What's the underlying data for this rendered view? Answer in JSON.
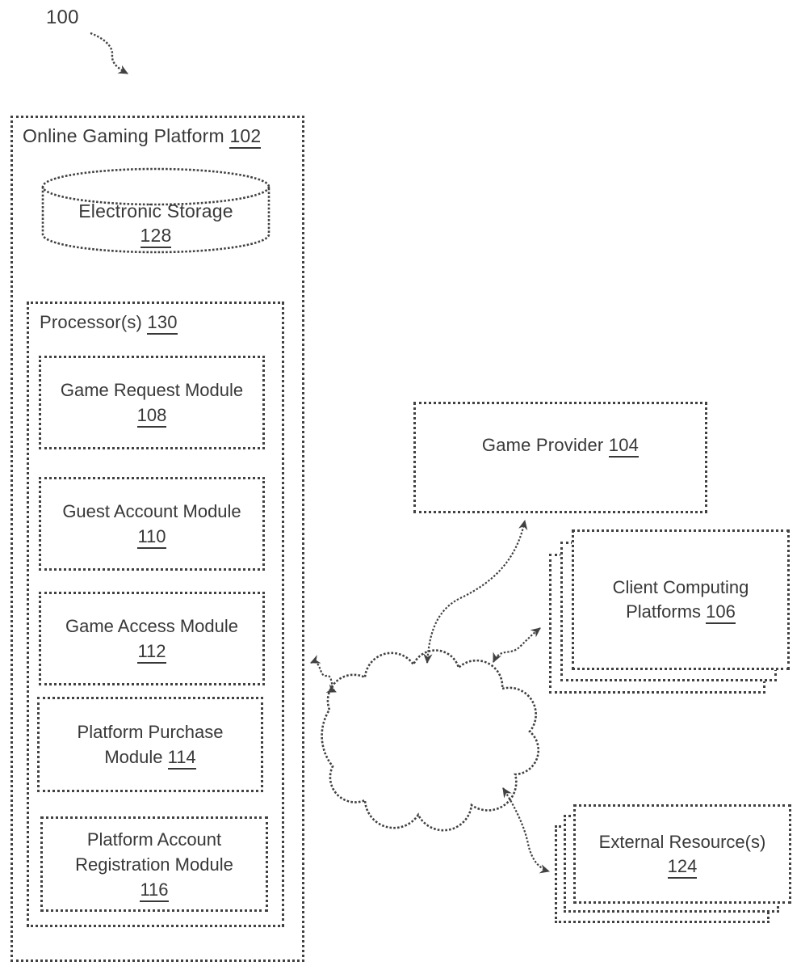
{
  "colors": {
    "line": "#414141",
    "text": "#383838",
    "background": "#ffffff"
  },
  "figure": {
    "ref": "100"
  },
  "platform": {
    "title": "Online Gaming Platform",
    "title_ref": "102",
    "storage": {
      "name": "Electronic Storage",
      "ref": "128"
    },
    "processors": {
      "name": "Processor(s)",
      "ref": "130"
    },
    "modules": [
      {
        "name": "Game Request Module",
        "ref": "108"
      },
      {
        "name": "Guest Account Module",
        "ref": "110"
      },
      {
        "name": "Game Access Module",
        "ref": "112"
      },
      {
        "name": "Platform Purchase",
        "name2": "Module",
        "ref": "114"
      },
      {
        "name": "Platform Account",
        "name2": "Registration Module",
        "ref": "116"
      }
    ]
  },
  "game_provider": {
    "name": "Game Provider",
    "ref": "104"
  },
  "client_platforms": {
    "name": "Client Computing",
    "name2": "Platforms",
    "ref": "106"
  },
  "external_resources": {
    "name": "External Resource(s)",
    "ref": "124"
  }
}
